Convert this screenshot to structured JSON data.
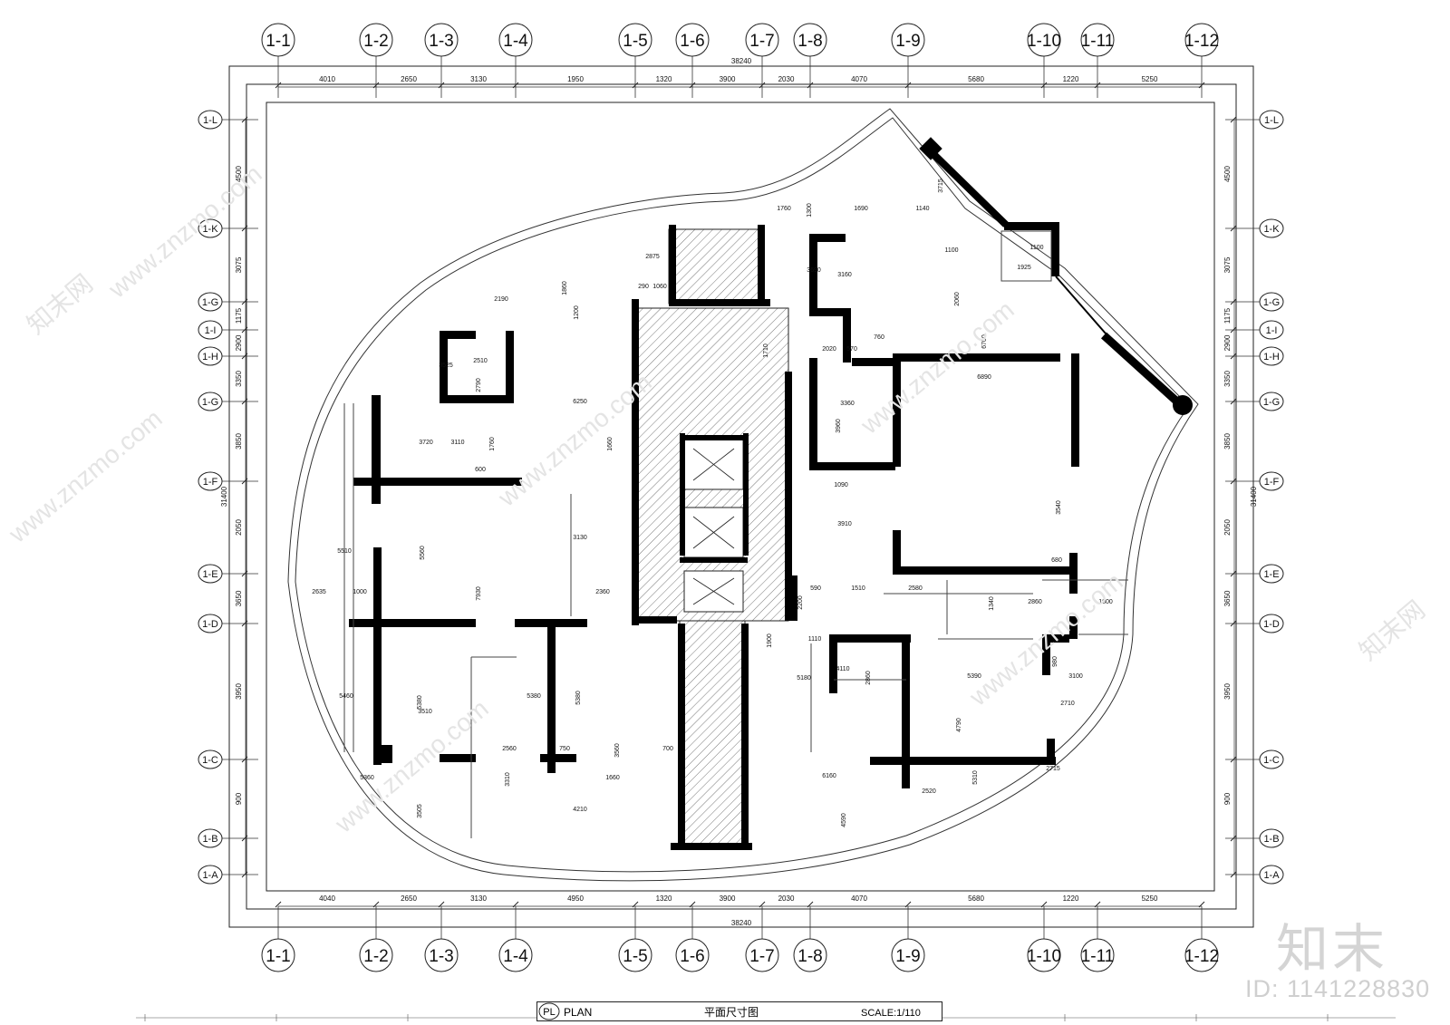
{
  "grid": {
    "columns": [
      "1-1",
      "1-2",
      "1-3",
      "1-4",
      "1-5",
      "1-6",
      "1-7",
      "1-8",
      "1-9",
      "1-10",
      "1-11",
      "1-12"
    ],
    "rows": [
      "1-L",
      "1-K",
      "1-G",
      "1-I",
      "1-H",
      "1-G",
      "1-F",
      "1-E",
      "1-D",
      "1-C",
      "1-B",
      "1-A"
    ]
  },
  "dims": {
    "top_total": "38240",
    "top_segments": [
      "4010",
      "2650",
      "3130",
      "1950",
      "1320",
      "3900",
      "2030",
      "4070",
      "5680",
      "1220",
      "5250"
    ],
    "bottom_total": "38240",
    "bottom_segments": [
      "4040",
      "2650",
      "3130",
      "4950",
      "1320",
      "3900",
      "2030",
      "4070",
      "5680",
      "1220",
      "5250"
    ],
    "side_total": "31400",
    "side_segments": [
      "4500",
      "3075",
      "1175",
      "2900",
      "3350",
      "3850",
      "2050",
      "3650",
      "3950",
      "900"
    ]
  },
  "interior_dims": [
    "1760",
    "1300",
    "1690",
    "1140",
    "3715",
    "2875",
    "2190",
    "1860",
    "290",
    "1060",
    "1200",
    "3525",
    "2510",
    "2790",
    "3720",
    "3110",
    "1760",
    "600",
    "6250",
    "1660",
    "3130",
    "5510",
    "5560",
    "2635",
    "1000",
    "7930",
    "2360",
    "5460",
    "5380",
    "3510",
    "5380",
    "5380",
    "2560",
    "750",
    "3560",
    "700",
    "5360",
    "3310",
    "1660",
    "4210",
    "3505",
    "3690",
    "3160",
    "2060",
    "1100",
    "1925",
    "1710",
    "2020",
    "570",
    "6700",
    "6890",
    "3360",
    "3960",
    "1090",
    "3910",
    "3540",
    "1510",
    "2580",
    "1340",
    "2860",
    "1800",
    "1900",
    "1110",
    "5180",
    "2860",
    "5390",
    "3100",
    "4790",
    "2710",
    "6160",
    "5310",
    "2520",
    "2715",
    "4590",
    "760",
    "1100",
    "980",
    "680",
    "590",
    "2200",
    "4110"
  ],
  "title_block": {
    "tag": "PL",
    "name": "PLAN",
    "chinese_title": "平面尺寸图",
    "scale": "SCALE:1/110"
  },
  "watermark": {
    "site": "www.znzmo.com",
    "brand": "知末网",
    "logo": "知末",
    "id": "ID: 1141228830"
  }
}
